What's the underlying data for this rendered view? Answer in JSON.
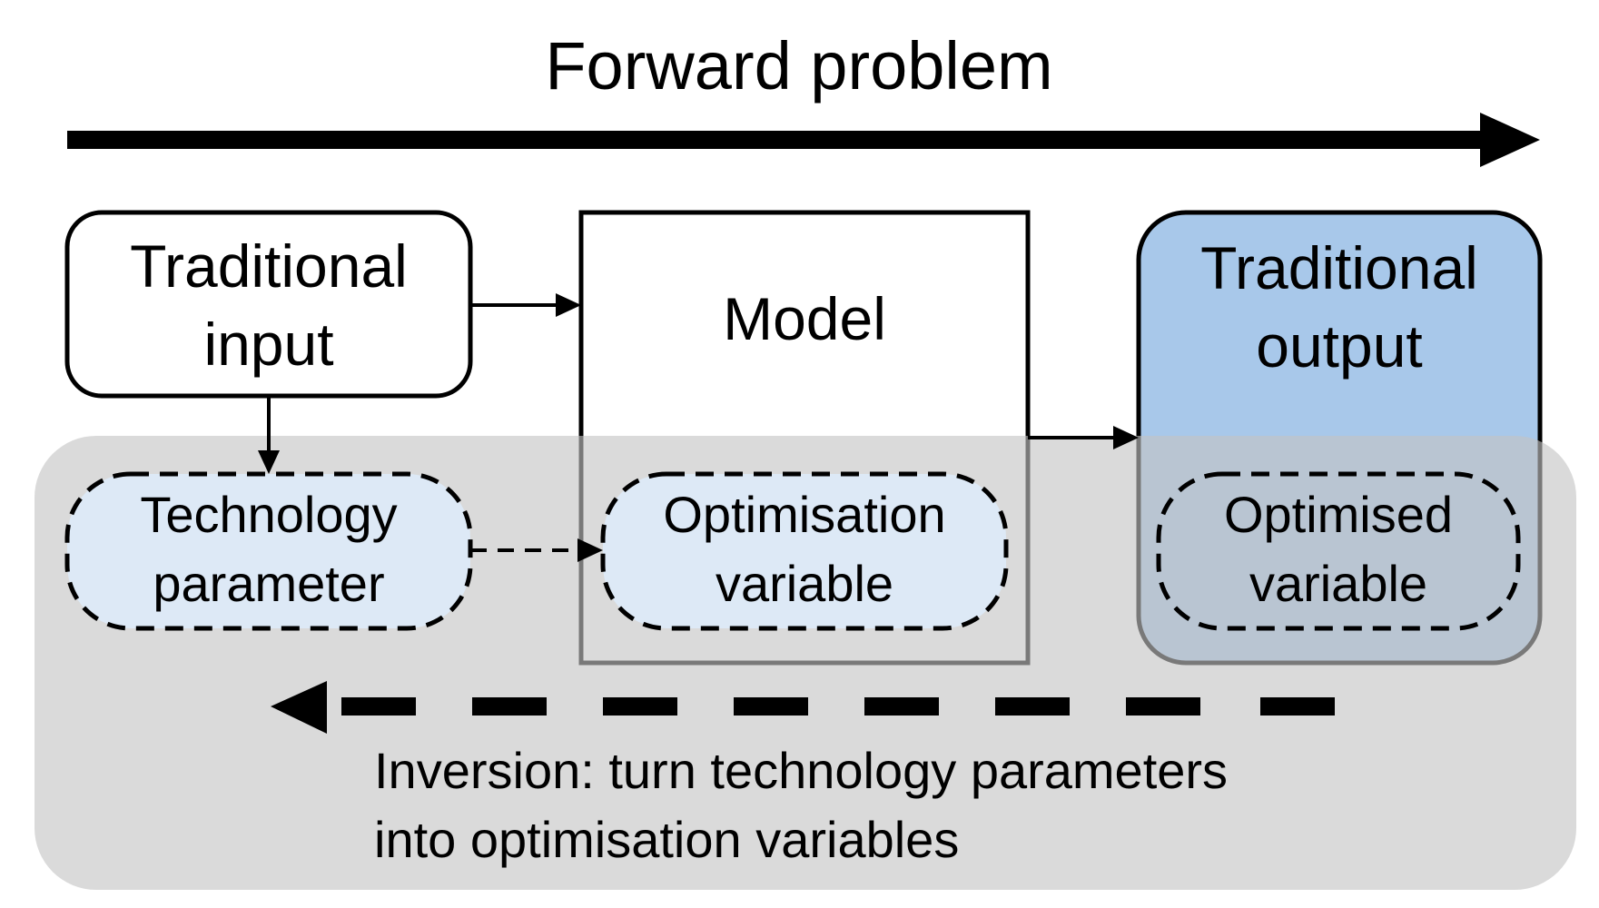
{
  "title": "Forward problem",
  "colors": {
    "inversion_region": "#dadada",
    "output_fill": "#a8c8ea",
    "dashed_node_fill": "#dde9f6",
    "stroke": "#000000"
  },
  "nodes": {
    "traditional_input": {
      "line1": "Traditional",
      "line2": "input"
    },
    "model": {
      "label": "Model"
    },
    "traditional_output": {
      "line1": "Traditional",
      "line2": "output"
    },
    "technology_parameter": {
      "line1": "Technology",
      "line2": "parameter"
    },
    "optimisation_variable": {
      "line1": "Optimisation",
      "line2": "variable"
    },
    "optimised_variable": {
      "line1": "Optimised",
      "line2": "variable"
    }
  },
  "inversion": {
    "line1": "Inversion: turn technology parameters",
    "line2": "into optimisation variables"
  }
}
